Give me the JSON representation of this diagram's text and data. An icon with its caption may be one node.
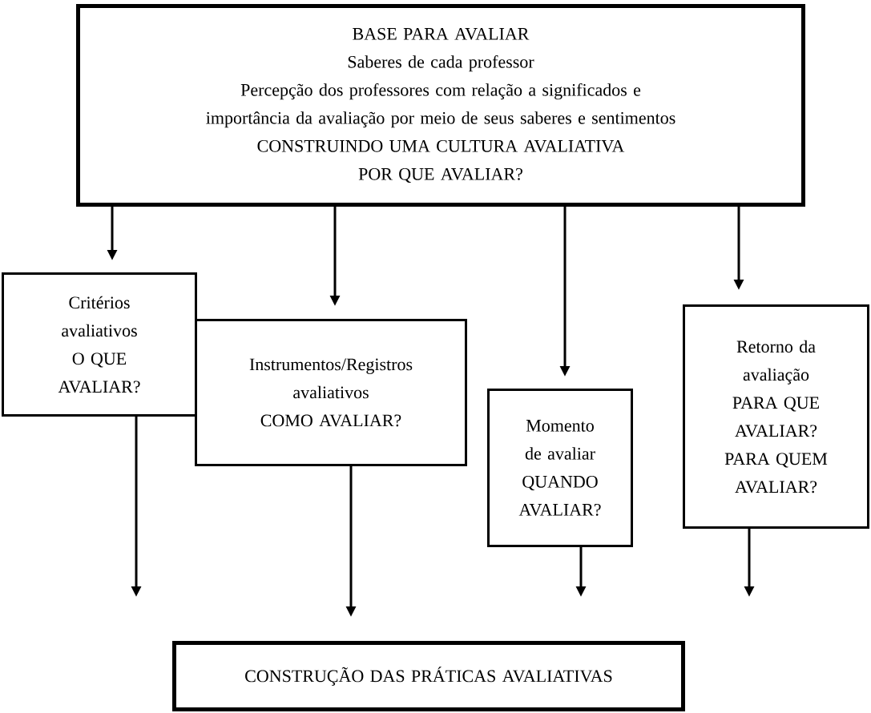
{
  "diagram": {
    "nodes": [
      {
        "text": [
          "BASE PARA AVALIAR",
          "Saberes de cada professor",
          "Percepção dos professores com relação a significados e importância da avaliação por meio de seus saberes e sentimentos",
          "CONSTRUINDO UMA CULTURA AVALIATIVA",
          "POR QUE AVALIAR?"
        ]
      },
      {
        "text": [
          "Critérios avaliativos",
          "O QUE AVALIAR?"
        ]
      },
      {
        "text": [
          "Instrumentos/Registros avaliativos",
          "COMO AVALIAR?"
        ]
      },
      {
        "text": [
          "Momento de avaliar",
          "QUANDO AVALIAR?"
        ]
      },
      {
        "text": [
          "Retorno da avaliação",
          "PARA QUE AVALIAR?",
          "PARA QUEM AVALIAR?"
        ]
      },
      {
        "text": [
          "CONSTRUÇÃO DAS PRÁTICAS AVALIATIVAS"
        ]
      }
    ],
    "edges": [
      {
        "from": 0,
        "to": 1,
        "arrow": "to"
      },
      {
        "from": 0,
        "to": 2,
        "arrow": "to"
      },
      {
        "from": 0,
        "to": 3,
        "arrow": "to"
      },
      {
        "from": 0,
        "to": 4,
        "arrow": "to"
      },
      {
        "from": 1,
        "to": null,
        "arrow": "to"
      },
      {
        "from": 2,
        "to": 5,
        "arrow": "to"
      },
      {
        "from": 3,
        "to": null,
        "arrow": "to"
      },
      {
        "from": 4,
        "to": null,
        "arrow": "to"
      }
    ]
  }
}
